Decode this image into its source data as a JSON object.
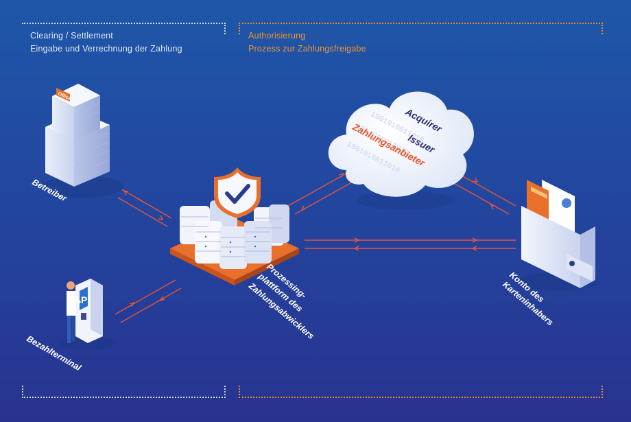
{
  "header_left": {
    "title": "Clearing / Settlement",
    "subtitle": "Eingabe und Verrechnung der Zahlung"
  },
  "header_right": {
    "title": "Authorisierung",
    "subtitle": "Prozess zur Zahlungsfreigabe"
  },
  "nodes": {
    "betreiber": "Betreiber",
    "bezahlterminal": "Bezahlterminal",
    "platform_line1": "Prozessing-",
    "platform_line2": "plattform des",
    "platform_line3": "Zahlungsabwicklers",
    "konto_line1": "Konto des",
    "konto_line2": "Karteninhabers",
    "office_sign": "Office",
    "parking_sign": "P"
  },
  "cloud": {
    "acquirer": "Acquirer",
    "issuer": "Issuer",
    "zahlungsanbieter": "Zahlungsanbieter",
    "binary": "1001010011010"
  },
  "colors": {
    "accent_orange": "#e8702a",
    "arrow_line": "#e2553d",
    "cloud_text_dark": "#2a2f6e"
  }
}
